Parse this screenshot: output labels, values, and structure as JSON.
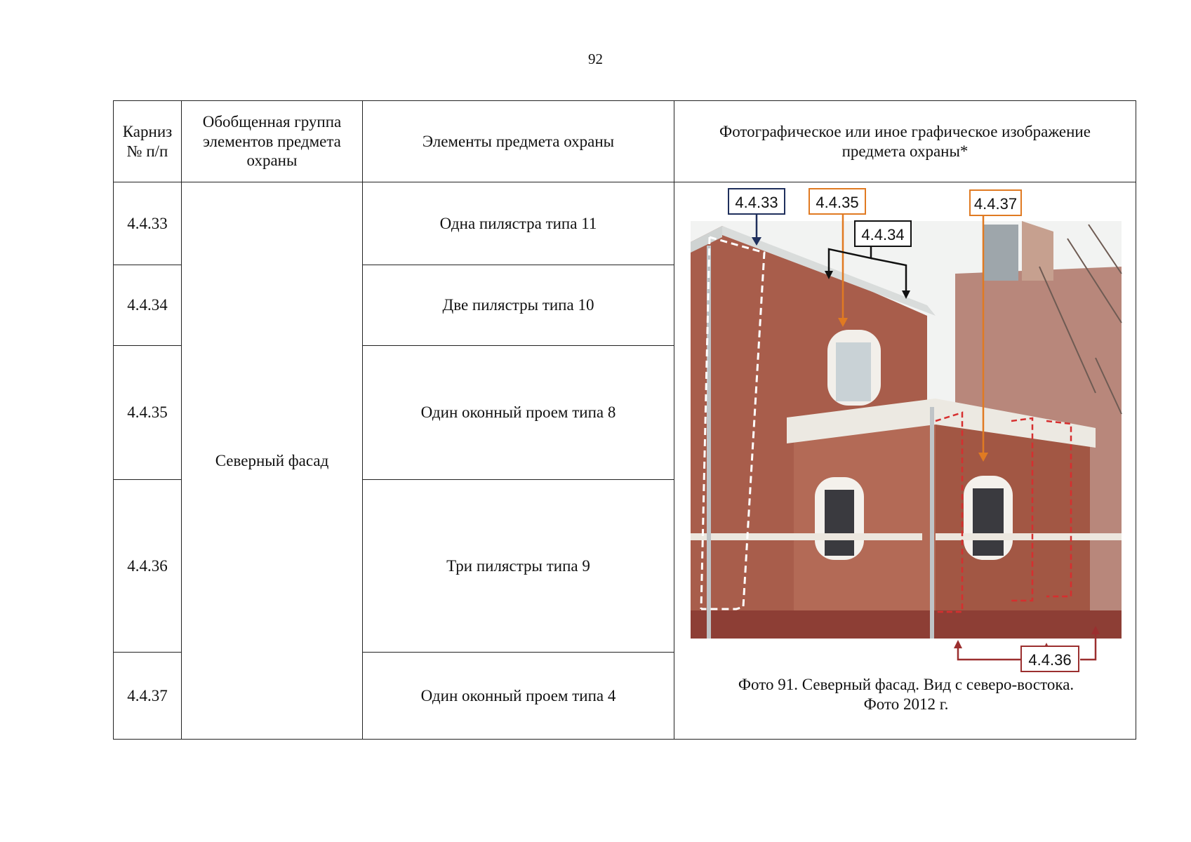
{
  "page": {
    "number": "92"
  },
  "table": {
    "headers": {
      "number": "Карниз\n№ п/п",
      "group": "Обобщенная группа элементов предмета охраны",
      "elements": "Элементы предмета охраны",
      "image": "Фотографическое или иное графическое изображение предмета охраны*"
    },
    "group_value": "Северный фасад",
    "rows": [
      {
        "id": "4.4.33",
        "element": "Одна пилястра типа 11"
      },
      {
        "id": "4.4.34",
        "element": "Две пилястры типа 10"
      },
      {
        "id": "4.4.35",
        "element": "Один оконный проем типа 8"
      },
      {
        "id": "4.4.36",
        "element": "Три пилястры типа 9"
      },
      {
        "id": "4.4.37",
        "element": "Один оконный проем типа 4"
      }
    ]
  },
  "photo": {
    "callouts": [
      {
        "label": "4.4.33",
        "color": "#1f2f5c"
      },
      {
        "label": "4.4.35",
        "color": "#e07a22"
      },
      {
        "label": "4.4.34",
        "color": "#111111"
      },
      {
        "label": "4.4.37",
        "color": "#e07a22"
      },
      {
        "label": "4.4.36",
        "color": "#9b2f2f"
      }
    ],
    "caption_line1": "Фото 91. Северный фасад. Вид с северо-востока.",
    "caption_line2": "Фото 2012 г."
  }
}
